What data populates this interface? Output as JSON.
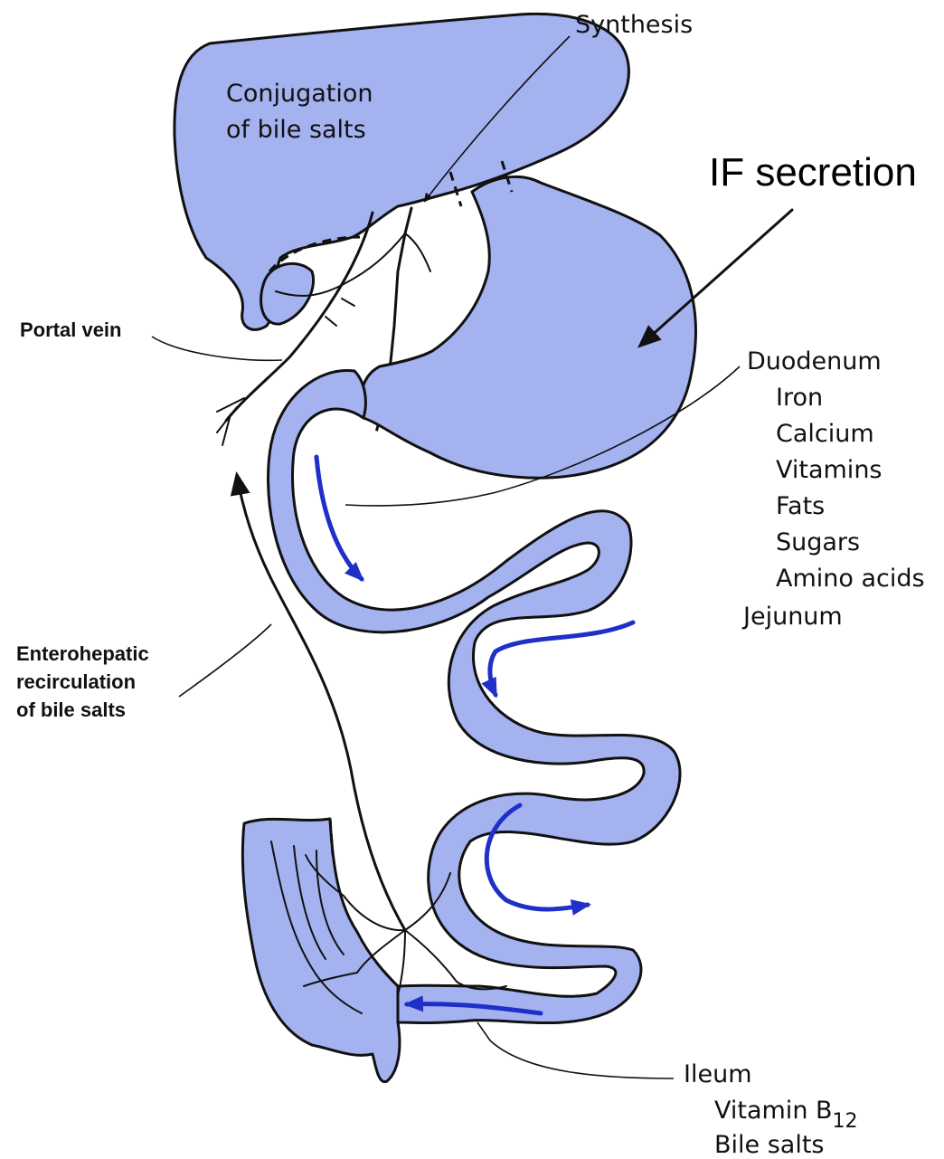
{
  "labels": {
    "synthesis": "Synthesis",
    "conjugation_line1": "Conjugation",
    "conjugation_line2": "of bile salts",
    "if_secretion": "IF secretion",
    "portal_vein": "Portal vein",
    "enterohepatic_line1": "Enterohepatic",
    "enterohepatic_line2": "recirculation",
    "enterohepatic_line3": "of bile salts",
    "duodenum": {
      "title": "Duodenum",
      "items": [
        "Iron",
        "Calcium",
        "Vitamins",
        "Fats",
        "Sugars",
        "Amino acids"
      ]
    },
    "jejunum": "Jejunum",
    "ileum": {
      "title": "Ileum",
      "vitamin_prefix": "Vitamin B",
      "vitamin_subscript": "12",
      "bile_salts": "Bile salts"
    }
  },
  "colors": {
    "organ_fill": "#a4b2f0",
    "flow_arrow": "#1f2fc7",
    "outline": "#111111"
  }
}
